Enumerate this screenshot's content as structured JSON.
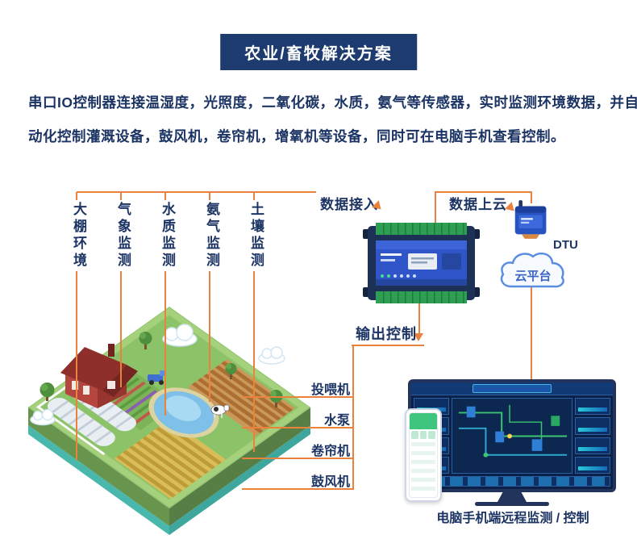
{
  "colors": {
    "accent_orange": "#e8823c",
    "navy_text": "#1c3464",
    "banner_bg": "#1d3b6e",
    "cloud_outline": "#5b8de0",
    "controller_face_blue": "#2f55c9",
    "terminal_green": "#2e9e52",
    "monitor_screen_navy": "#0c2147",
    "phone_app_green": "#3ec57e"
  },
  "banner": {
    "title": "农业/畜牧解决方案"
  },
  "intro": {
    "line1": "串口IO控制器连接温湿度，光照度，二氧化碳，水质，氨气等传感器，实时监测环境数据，并自",
    "line2": "动化控制灌溉设备，鼓风机，卷帘机，增氧机等设备，同时可在电脑手机查看控制。"
  },
  "sensors": {
    "items": [
      {
        "label": "大棚环境"
      },
      {
        "label": "气象监测"
      },
      {
        "label": "水质监测"
      },
      {
        "label": "氨气监测"
      },
      {
        "label": "土壤监测"
      }
    ]
  },
  "flow": {
    "data_in": "数据接入",
    "data_up": "数据上云",
    "output_control": "输出控制",
    "dtu_label": "DTU",
    "cloud_label": "云平台"
  },
  "outputs": {
    "items": [
      {
        "label": "投喂机"
      },
      {
        "label": "水泵"
      },
      {
        "label": "卷帘机"
      },
      {
        "label": "鼓风机"
      }
    ]
  },
  "footer": {
    "caption": "电脑手机端远程监测 / 控制"
  },
  "icons": {
    "farm": "isometric-farm-illustration",
    "controller": "serial-io-controller-device",
    "dtu": "dtu-modem-device",
    "cloud": "cloud-platform-shape",
    "monitor": "scada-dashboard-monitor",
    "phone": "smartphone-app",
    "arrows": "orange-connector-arrows"
  }
}
